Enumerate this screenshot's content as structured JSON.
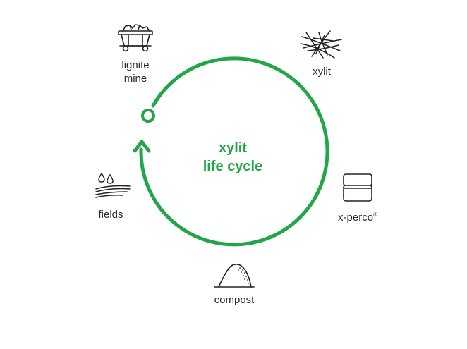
{
  "colors": {
    "accent": "#23a64a",
    "text": "#2b2b2b",
    "icon_stroke": "#222222",
    "background": "#ffffff"
  },
  "center": {
    "line1": "xylit",
    "line2": "life cycle"
  },
  "stations": {
    "lignite_mine": {
      "line1": "lignite",
      "line2": "mine",
      "icon": "mine-cart-icon"
    },
    "xylit": {
      "label": "xylit",
      "icon": "fibers-icon"
    },
    "x_perco": {
      "label": "x-perco",
      "mark": "®",
      "icon": "bag-icon"
    },
    "compost": {
      "label": "compost",
      "icon": "compost-heap-icon"
    },
    "fields": {
      "label": "fields",
      "icon": "field-with-drops-icon"
    }
  }
}
